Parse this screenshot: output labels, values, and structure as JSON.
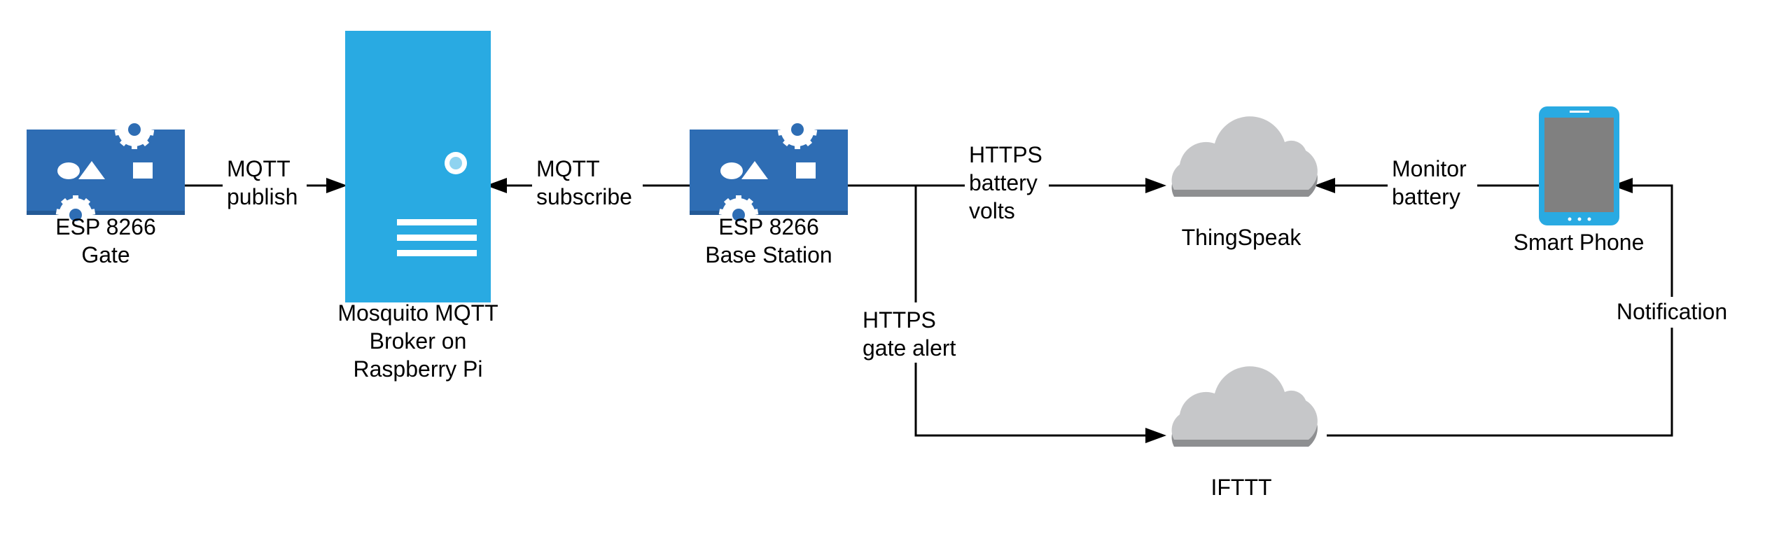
{
  "colors": {
    "device_blue": "#2e6db4",
    "device_dark": "#245a96",
    "server_blue": "#29aae2",
    "cloud_gray": "#c6c7c9",
    "cloud_shadow": "#8e8f91",
    "phone_blue": "#29aae2",
    "phone_screen": "#808080",
    "line": "#000000"
  },
  "icons": {
    "gate": "esp-board-icon",
    "broker": "server-icon",
    "base": "esp-board-icon",
    "thingspeak": "cloud-icon",
    "ifttt": "cloud-icon",
    "phone": "smartphone-icon"
  },
  "nodes": {
    "gate": {
      "line1": "ESP 8266",
      "line2": "Gate"
    },
    "broker": {
      "line1": "Mosquito MQTT",
      "line2": "Broker on",
      "line3": "Raspberry Pi"
    },
    "base": {
      "line1": "ESP 8266",
      "line2": "Base Station"
    },
    "thingspeak": {
      "label": "ThingSpeak"
    },
    "ifttt": {
      "label": "IFTTT"
    },
    "phone": {
      "label": "Smart Phone"
    }
  },
  "edges": {
    "publish": {
      "line1": "MQTT",
      "line2": "publish"
    },
    "subscribe": {
      "line1": "MQTT",
      "line2": "subscribe"
    },
    "battery": {
      "line1": "HTTPS",
      "line2": "battery",
      "line3": "volts"
    },
    "gate_alert": {
      "line1": "HTTPS",
      "line2": "gate alert"
    },
    "monitor": {
      "line1": "Monitor",
      "line2": "battery"
    },
    "notification": {
      "label": "Notification"
    }
  }
}
